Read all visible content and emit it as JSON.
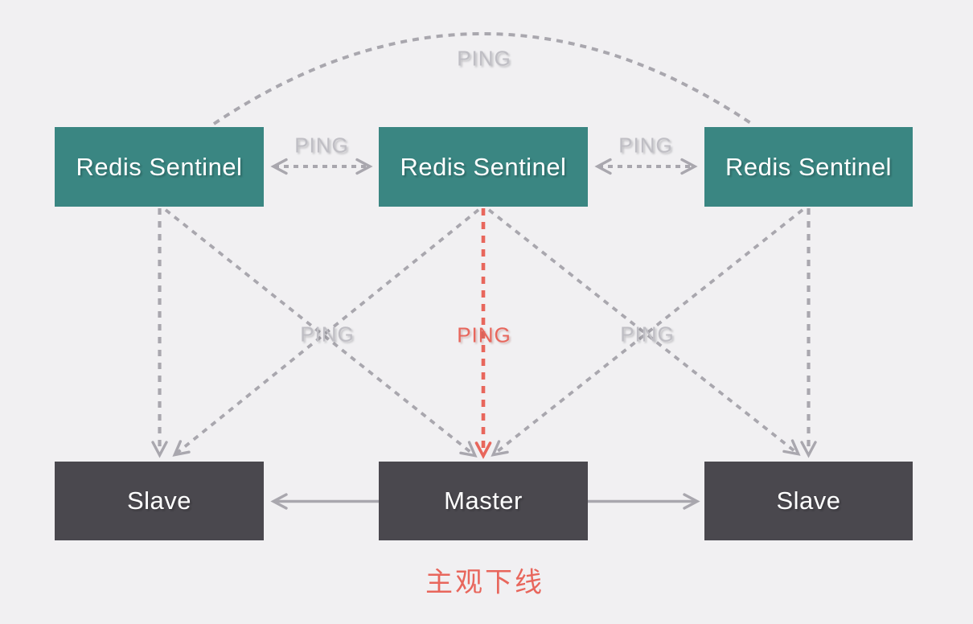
{
  "diagram": {
    "title": "redis-sentinel-topology",
    "sentinels": [
      {
        "label": "Redis Sentinel"
      },
      {
        "label": "Redis Sentinel"
      },
      {
        "label": "Redis Sentinel"
      }
    ],
    "nodes": [
      {
        "label": "Slave"
      },
      {
        "label": "Master"
      },
      {
        "label": "Slave"
      }
    ],
    "ping_labels": {
      "arc": "PING",
      "s1_s2": "PING",
      "s2_s3": "PING",
      "diag_left": "PING",
      "diag_center": "PING",
      "diag_right": "PING"
    },
    "caption": "主观下线",
    "colors": {
      "background": "#f1f0f2",
      "sentinel_box": "#3a8682",
      "node_box": "#4a484e",
      "box_text": "#ffffff",
      "line_gray": "#a9a7ae",
      "ping_text_gray": "#bfbec4",
      "accent_red": "#e8665c"
    }
  }
}
